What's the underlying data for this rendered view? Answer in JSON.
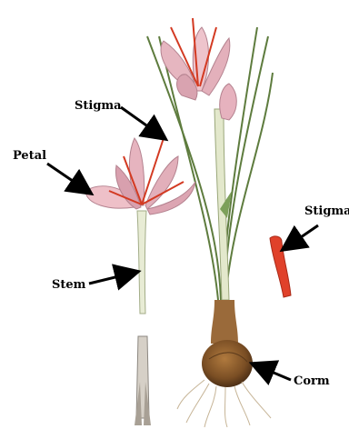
{
  "diagram": {
    "labels": {
      "stigma_top": "Stigma",
      "petal": "Petal",
      "stem": "Stem",
      "stigma_right": "Stigma",
      "corm": "Corm"
    },
    "colors": {
      "petal": "#e7b9c2",
      "petal_dark": "#b27a8e",
      "stigma": "#d9331f",
      "stem": "#dfe6c8",
      "leaf": "#6f8d4c",
      "corm": "#8a5a2b",
      "root": "#c8b79a",
      "arrow": "#000000"
    }
  }
}
